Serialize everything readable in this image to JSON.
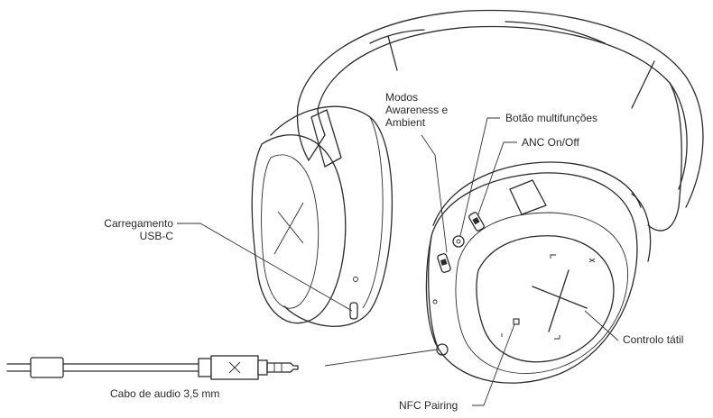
{
  "labels": {
    "modos_line1": "Modos",
    "modos_line2": "Awareness e",
    "modos_line3": "Ambient",
    "multifuncoes": "Botão multifunções",
    "anc": "ANC On/Off",
    "carregamento_line1": "Carregamento",
    "carregamento_line2": "USB-C",
    "controlo": "Controlo tátil",
    "cabo": "Cabo de audio 3,5 mm",
    "nfc": "NFC Pairing"
  },
  "icons": [
    "headphones-illustration",
    "audio-cable-illustration"
  ]
}
